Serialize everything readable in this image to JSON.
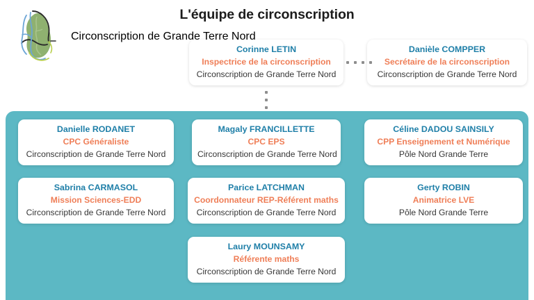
{
  "header": {
    "title": "L'équipe de circonscription",
    "logo": {
      "icon": "guadeloupe-map-icon",
      "text": "Circonscription de\nGrande Terre Nord",
      "text_color": "#6f7f5d",
      "map_fill": "#8fb170"
    }
  },
  "colors": {
    "panel_teal": "#5cb8c4",
    "name_blue": "#1f7fa8",
    "role_orange": "#ef7e57",
    "place_gray": "#353535",
    "dot_gray": "#8d8d8d",
    "card_white": "#ffffff",
    "title_dark": "#1c1c1c"
  },
  "connectors": {
    "horizontal_dots": 4,
    "vertical_dots": 3
  },
  "leadership": [
    {
      "name": "Corinne LETIN",
      "role": "Inspectrice de la circonscription",
      "place": "Circonscription de Grande Terre Nord"
    },
    {
      "name": "Danièle COMPPER",
      "role": "Secrétaire de la circonscription",
      "place": "Circonscription de Grande Terre Nord"
    }
  ],
  "team": [
    {
      "name": "Danielle RODANET",
      "role": "CPC Généraliste",
      "place": "Circonscription de Grande Terre Nord"
    },
    {
      "name": "Magaly FRANCILLETTE",
      "role": "CPC EPS",
      "place": "Circonscription de Grande Terre Nord"
    },
    {
      "name": "Céline DADOU SAINSILY",
      "role": "CPP Enseignement et Numérique",
      "place": "Pôle Nord Grande Terre"
    },
    {
      "name": "Sabrina CARMASOL",
      "role": "Mission Sciences-EDD",
      "place": "Circonscription de Grande Terre Nord"
    },
    {
      "name": "Parice LATCHMAN",
      "role": "Coordonnateur REP-Référent maths",
      "place": "Circonscription de Grande Terre Nord"
    },
    {
      "name": "Gerty ROBIN",
      "role": "Animatrice LVE",
      "place": "Pôle Nord Grande Terre"
    },
    {
      "name": "Laury MOUNSAMY",
      "role": "Référente maths",
      "place": "Circonscription de Grande Terre Nord"
    }
  ]
}
